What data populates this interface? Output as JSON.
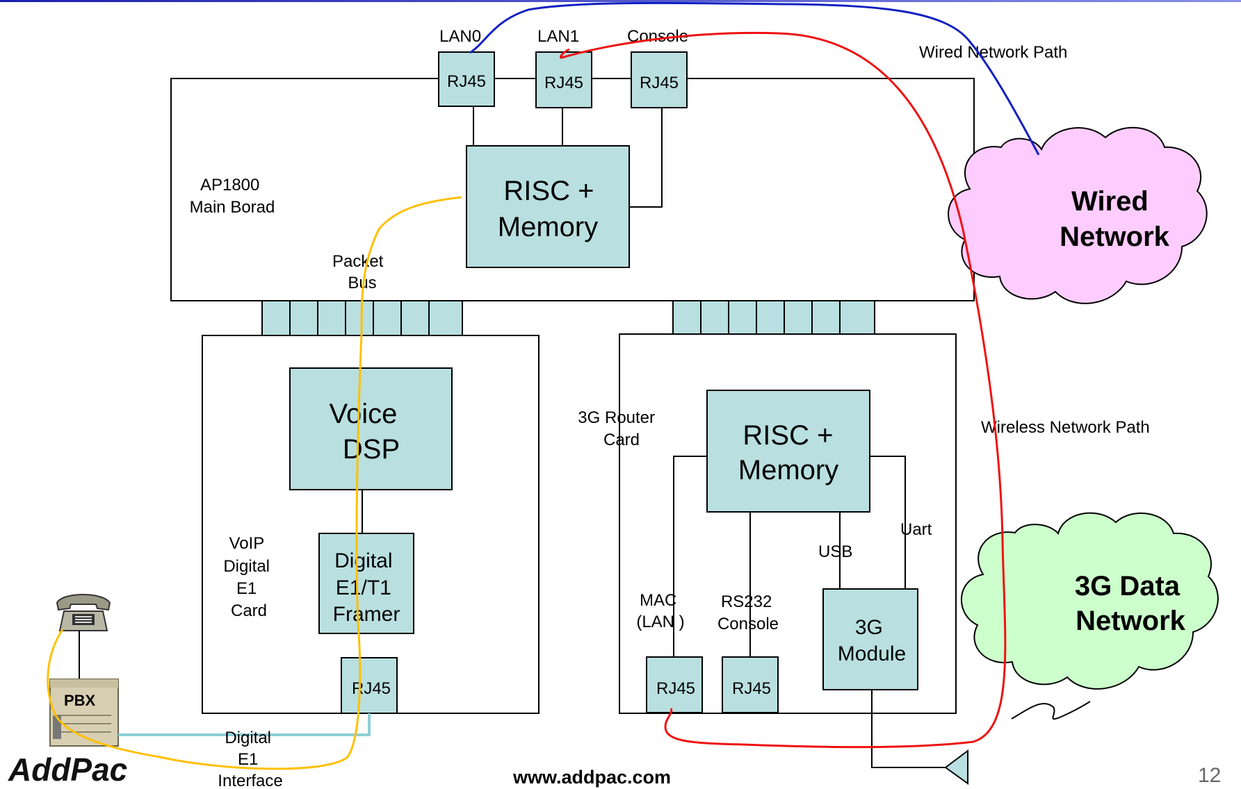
{
  "top_bar_color": "#2b35c8",
  "colors": {
    "module_fill": "#b9dfe0",
    "wired_cloud": "#ffccff",
    "data_cloud": "#ccffcc",
    "wired_path": "#1020c0",
    "wireless_path": "#ee1111",
    "voice_path": "#ffc000",
    "e1_line": "#8ccfd6"
  },
  "main_board": {
    "label_line1": "AP1800",
    "label_line2": "Main Borad"
  },
  "ports_top": {
    "lan0": "LAN0",
    "lan1": "LAN1",
    "console": "Console",
    "rj45": "RJ45"
  },
  "risc_main": {
    "line1": "RISC +",
    "line2": "Memory"
  },
  "packet_bus": {
    "line1": "Packet",
    "line2": "Bus"
  },
  "voip_card": {
    "label": [
      "VoIP",
      "Digital",
      "E1",
      "Card"
    ],
    "dsp": {
      "line1": "Voice",
      "line2": "DSP"
    },
    "framer": {
      "line1": "Digital",
      "line2": "E1/T1",
      "line3": "Framer"
    },
    "port": "RJ45"
  },
  "router_card": {
    "label_line1": "3G Router",
    "label_line2": "Card",
    "risc": {
      "line1": "RISC +",
      "line2": "Memory"
    },
    "mac": {
      "line1": "MAC",
      "line2": "(LAN )"
    },
    "rs232": {
      "line1": "RS232",
      "line2": "Console"
    },
    "usb": "USB",
    "uart": "Uart",
    "module": {
      "line1": "3G",
      "line2": "Module"
    },
    "port": "RJ45"
  },
  "paths": {
    "wired": "Wired Network Path",
    "wireless": "Wireless Network Path"
  },
  "clouds": {
    "wired": {
      "line1": "Wired",
      "line2": "Network"
    },
    "data": {
      "line1": "3G Data",
      "line2": "Network"
    }
  },
  "pbx": "PBX",
  "e1_interface": {
    "line1": "Digital",
    "line2": "E1",
    "line3": "Interface"
  },
  "footer": {
    "logo": "AddPac",
    "url": "www.addpac.com",
    "page_number": "12"
  },
  "icons": [
    "telephone-icon",
    "pbx-icon",
    "antenna-icon",
    "wireless-wave-icon"
  ]
}
